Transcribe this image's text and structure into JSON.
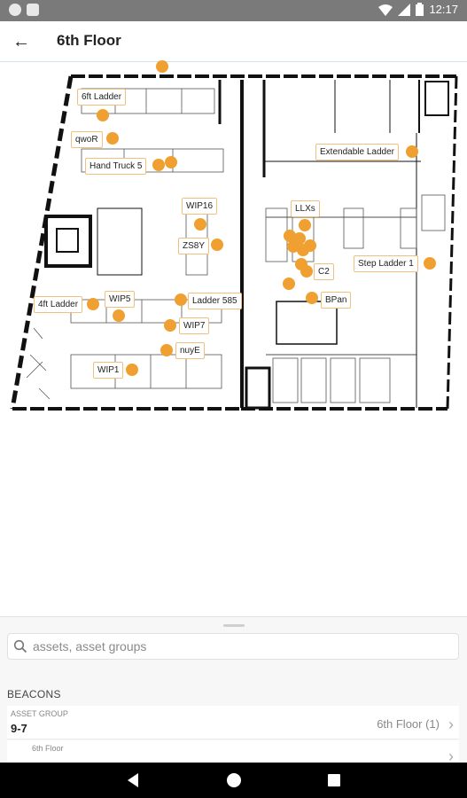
{
  "status": {
    "time": "12:17"
  },
  "appbar": {
    "title": "6th Floor",
    "back_icon": "arrow-left-icon"
  },
  "map": {
    "accent": "#f0a030",
    "labels": {
      "ladder_6ft": "6ft Ladder",
      "qwor": "qwoR",
      "hand_truck": "Hand Truck 5",
      "extendable": "Extendable Ladder",
      "wip16": "WIP16",
      "llxs": "LLXs",
      "zs8y": "ZS8Y",
      "step_ladder": "Step Ladder 1",
      "c2": "C2",
      "ladder_4ft": "4ft Ladder",
      "wip5": "WIP5",
      "ladder585": "Ladder 585",
      "bpan": "BPan",
      "wip7": "WIP7",
      "nuye": "nuyE",
      "wip1": "WIP1"
    }
  },
  "sheet": {
    "search_placeholder": "assets, asset groups",
    "section_title": "BEACONS",
    "rows": [
      {
        "caption": "ASSET GROUP",
        "value": "9-7",
        "meta": "6th Floor (1)"
      },
      {
        "caption": "6th Floor"
      }
    ]
  }
}
